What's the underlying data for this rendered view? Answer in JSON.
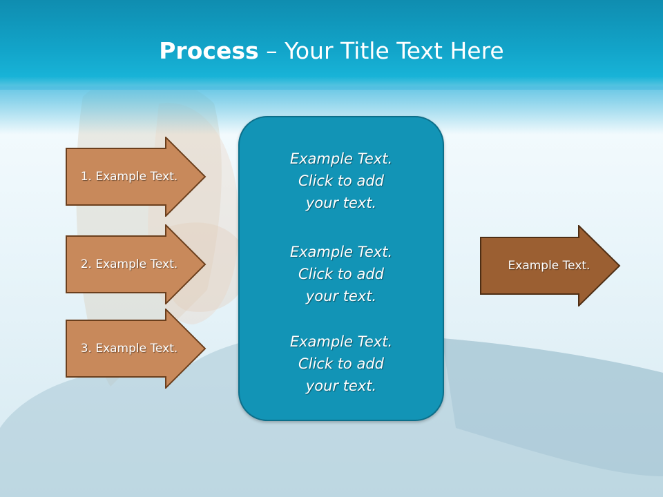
{
  "title": {
    "bold": "Process",
    "rest": " – Your Title Text Here"
  },
  "left_steps": [
    {
      "label": "1. Example Text."
    },
    {
      "label": "2. Example Text."
    },
    {
      "label": "3. Example Text."
    }
  ],
  "center_items": [
    {
      "lines": [
        "Example Text.",
        "Click  to add",
        "your text."
      ]
    },
    {
      "lines": [
        "Example Text.",
        "Click  to add",
        "your text."
      ]
    },
    {
      "lines": [
        "Example Text.",
        "Click  to add",
        "your text."
      ]
    }
  ],
  "output_step": {
    "label": "Example Text."
  },
  "colors": {
    "header": "#12a4c9",
    "step_fill": "#c8895b",
    "step_border": "#6b3f1d",
    "output_fill": "#9b5f32",
    "center_fill": "#1294b6",
    "center_border": "#0c6f8a"
  }
}
